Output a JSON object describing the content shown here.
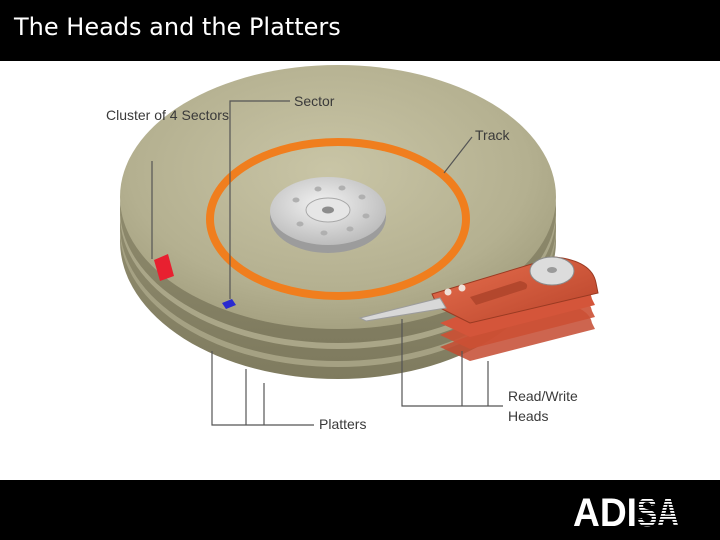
{
  "slide": {
    "title": "The Heads and the Platters"
  },
  "diagram": {
    "labels": {
      "cluster": "Cluster of 4 Sectors",
      "sector": "Sector",
      "track": "Track",
      "platters": "Platters",
      "heads": "Read/Write Heads"
    }
  },
  "footer": {
    "logo_text": "ADISA"
  },
  "colors": {
    "bar": "#000000",
    "platter": "#b3af8d",
    "track": "#f07e1e",
    "cluster": "#e82030",
    "sector": "#2a2ad0",
    "arm": "#d9543a"
  }
}
